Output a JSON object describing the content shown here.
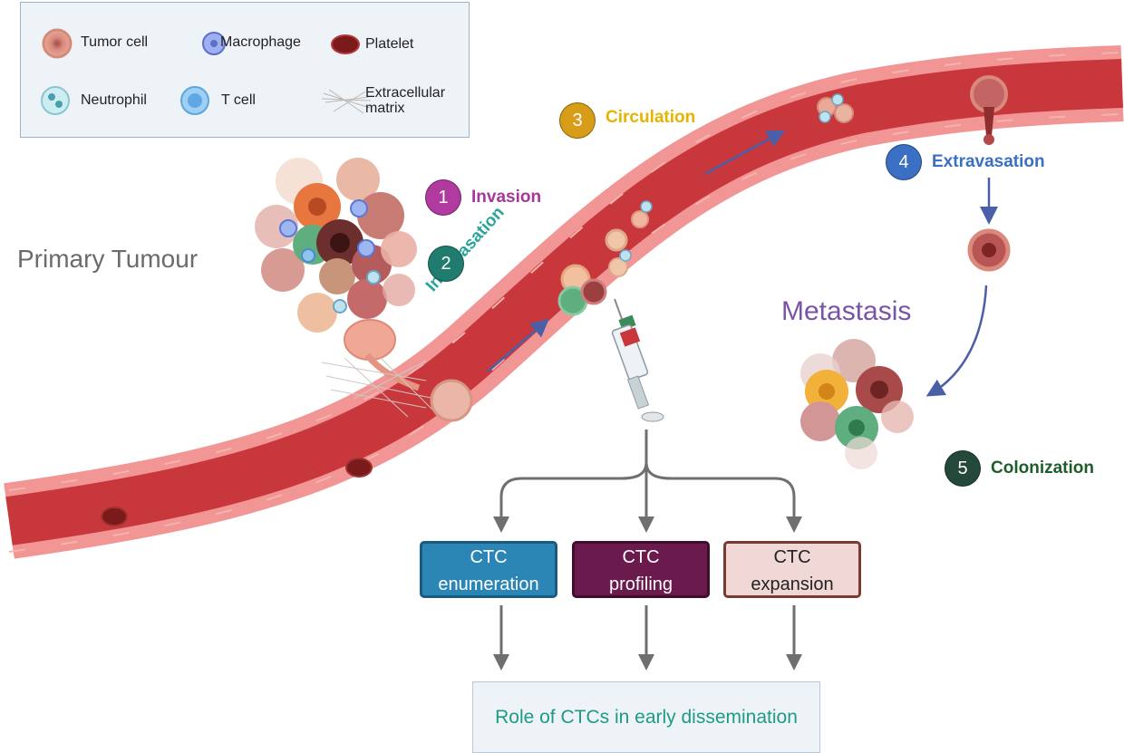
{
  "legend": {
    "items": [
      {
        "label": "Tumor cell",
        "icon": "tumor-cell-icon"
      },
      {
        "label": "Macrophage",
        "icon": "macrophage-icon"
      },
      {
        "label": "Platelet",
        "icon": "platelet-icon"
      },
      {
        "label": "Neutrophil",
        "icon": "neutrophil-icon"
      },
      {
        "label": "T cell",
        "icon": "t-cell-icon"
      },
      {
        "label": "Extracellular\nmatrix",
        "icon": "extracellular-matrix-icon"
      }
    ]
  },
  "labels": {
    "primary_tumour": "Primary Tumour",
    "metastasis": "Metastasis",
    "intravasation_text": "Intravasation"
  },
  "steps": [
    {
      "number": "1",
      "label": "Invasion",
      "color": "#b03a9e",
      "text_color": "#a8379a"
    },
    {
      "number": "2",
      "label": "",
      "color": "#1f7c6e",
      "text_color": "#1f7c6e"
    },
    {
      "number": "3",
      "label": "Circulation",
      "color": "#d79c18",
      "text_color": "#e6b400"
    },
    {
      "number": "4",
      "label": "Extravasation",
      "color": "#3a6fc4",
      "text_color": "#3a6fc4"
    },
    {
      "number": "5",
      "label": "Colonization",
      "color": "#24493a",
      "text_color": "#1f5c2c"
    }
  ],
  "ctc_boxes": [
    {
      "line1": "CTC",
      "line2": "enumeration",
      "fill": "#2b86b5",
      "border": "#185a80",
      "text_color": "#ffffff"
    },
    {
      "line1": "CTC",
      "line2": "profiling",
      "fill": "#6b1a4e",
      "border": "#3f0d2d",
      "text_color": "#ffffff"
    },
    {
      "line1": "CTC",
      "line2": "expansion",
      "fill": "#f0d8d6",
      "border": "#7a3a34",
      "text_color": "#222222"
    }
  ],
  "outcome": {
    "label": "Role of CTCs in early dissemination"
  },
  "colors": {
    "vessel_outer": "#f29595",
    "vessel_lumen": "#c8373b",
    "arrow_blue": "#4a5fa8",
    "arrow_gray": "#6f6f6f",
    "primary_tumour_text": "#6b6b6b",
    "metastasis_text": "#7a52a8",
    "intravasation_text": "#2aa39a"
  }
}
